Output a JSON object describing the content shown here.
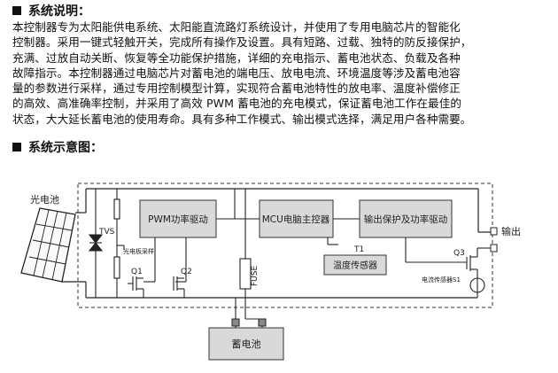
{
  "section1": {
    "title": "系统说明：",
    "lines": [
      "本控制器专为太阳能供电系统、太阳能直流路灯系统设计，并使用了专用电脑芯片的智能化",
      "控制器。采用一键式轻触开关，完成所有操作及设置。具有短路、过载、独特的防反接保护，",
      "充满、过放自动关断、恢复等全功能保护措施，详细的充电指示、蓄电池状态、负载及各种",
      "故障指示。本控制器通过电脑芯片对蓄电池的端电压、放电电流、环境温度等涉及蓄电池容",
      "量的参数进行采样，通过专用控制模型计算，实现符合蓄电池特性的放电率、温度补偿修正",
      "的高效、高准确率控制，并采用了高效 PWM 蓄电池的充电模式，保证蓄电池工作在最佳的",
      "状态，大大延长蓄电池的使用寿命。具有多种工作模式、输出模式选择，满足用户各种需要。"
    ]
  },
  "section2": {
    "title": "系统示意图："
  },
  "diagram": {
    "solar_panel": "光电池",
    "tvs": "TVS",
    "pv_sampling": "光电板采样",
    "q1": "Q1",
    "q2": "Q2",
    "pwm_driver": "PWM功率驱动",
    "mcu": "MCU电脑主控器",
    "output_protect": "输出保护及功率驱动",
    "t1": "T1",
    "temp_sensor": "温度传感器",
    "fuse": "FUSE",
    "q3": "Q3",
    "current_sensor": "电流传感器S1",
    "output": "输出",
    "battery": "蓄电池"
  }
}
